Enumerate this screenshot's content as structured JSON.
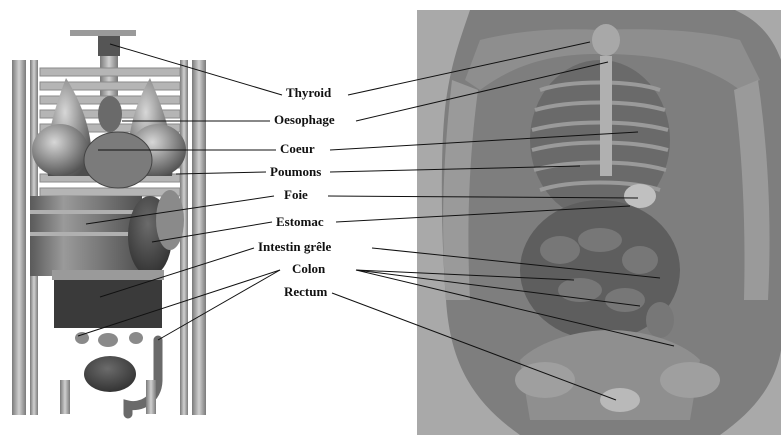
{
  "labels": {
    "thyroid": "Thyroid",
    "oesophage": "Oesophage",
    "coeur": "Coeur",
    "poumons": "Poumons",
    "foie": "Foie",
    "estomac": "Estomac",
    "intestin": "Intestin grêle",
    "colon": "Colon",
    "rectum": "Rectum"
  },
  "colors": {
    "left_model_gray": "#8a8a8a",
    "right_panel_bg": "#a9a9a9",
    "leader_line": "#111111"
  }
}
